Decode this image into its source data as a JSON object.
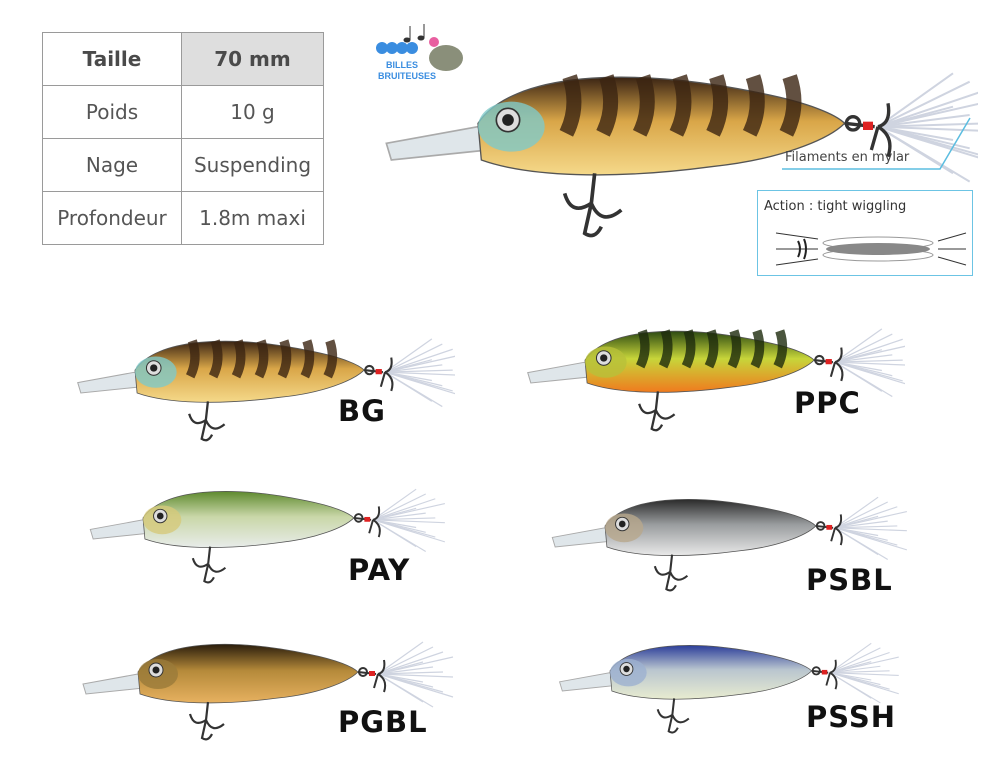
{
  "specs": {
    "rows": [
      {
        "label": "Taille",
        "value": "70 mm"
      },
      {
        "label": "Poids",
        "value": "10 g"
      },
      {
        "label": "Nage",
        "value": "Suspending"
      },
      {
        "label": "Profondeur",
        "value": "1.8m maxi"
      }
    ]
  },
  "logo": {
    "line1": "BILLES",
    "line2": "BRUITEUSES"
  },
  "callouts": {
    "filaments": "Filaments en mylar",
    "action": "Action : tight wiggling"
  },
  "colors": {
    "callout_line": "#5bbde0",
    "table_border": "#9a9a9a",
    "header_bg": "#dedede"
  },
  "lures": [
    {
      "code": "BG",
      "top": "#3a2414",
      "mid": "#d9a648",
      "belly": "#f5d98a",
      "head": "#7fc9c8",
      "stripes": "#3b2412"
    },
    {
      "code": "PPC",
      "top": "#2d4a12",
      "mid": "#c7d53a",
      "belly": "#f07a1e",
      "head": "#b8c13a",
      "stripes": "#1d2a0c"
    },
    {
      "code": "PAY",
      "top": "#5e8a2e",
      "mid": "#c9d7a8",
      "belly": "#e8ecea",
      "head": "#d6c97a",
      "stripes": ""
    },
    {
      "code": "PSBL",
      "top": "#2a2a2a",
      "mid": "#9a9d9f",
      "belly": "#e9e9e9",
      "head": "#b8a88c",
      "stripes": ""
    },
    {
      "code": "PGBL",
      "top": "#2a1d0c",
      "mid": "#b58a3a",
      "belly": "#e7b160",
      "head": "#9a7a3a",
      "stripes": ""
    },
    {
      "code": "PSSH",
      "top": "#2c3e9a",
      "mid": "#b9c5cf",
      "belly": "#e8ecd0",
      "head": "#9cb0d0",
      "stripes": ""
    }
  ]
}
